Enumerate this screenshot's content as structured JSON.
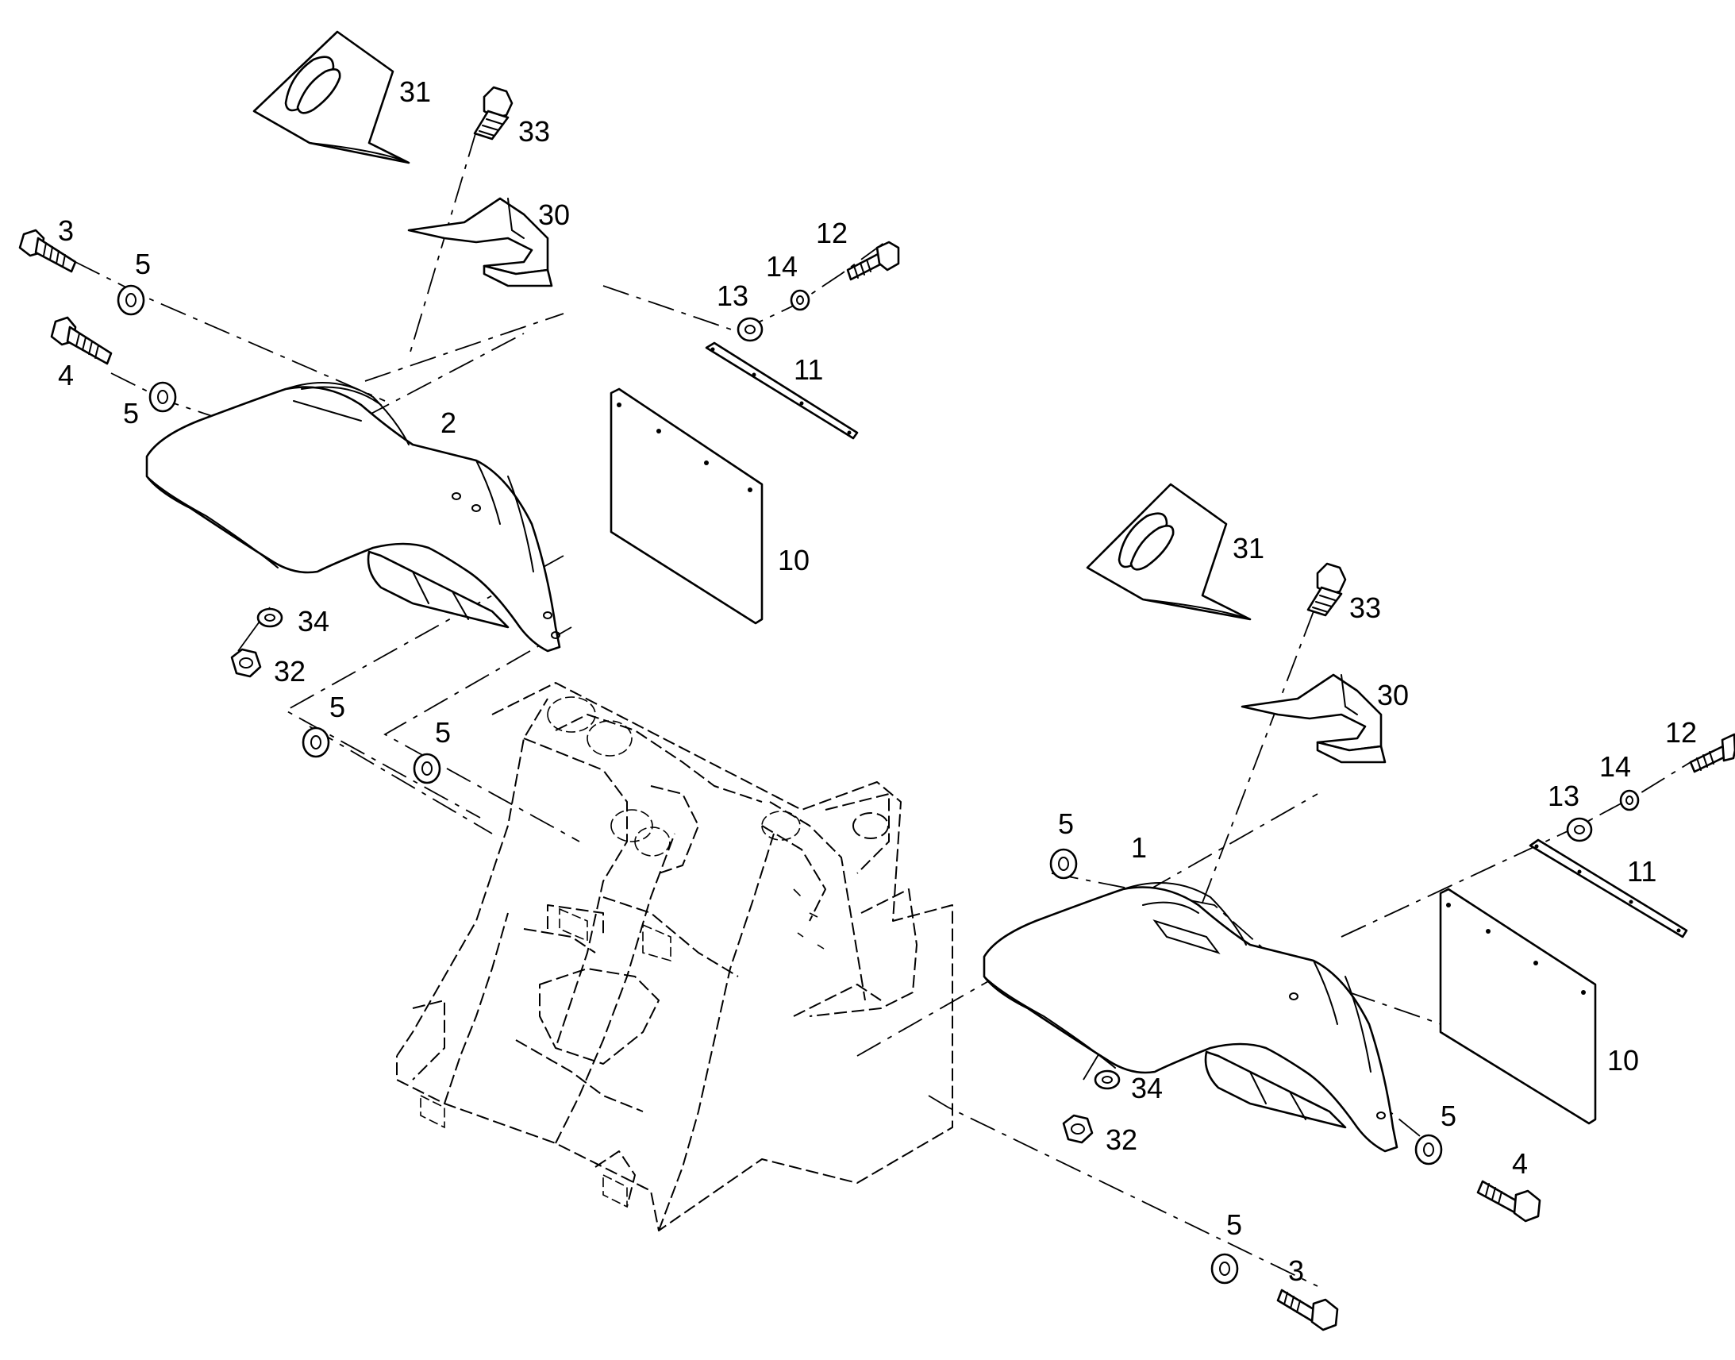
{
  "diagram": {
    "callouts": [
      {
        "id": "lbl-31-left",
        "text": "31"
      },
      {
        "id": "lbl-33-left",
        "text": "33"
      },
      {
        "id": "lbl-30-left",
        "text": "30"
      },
      {
        "id": "lbl-3-left",
        "text": "3"
      },
      {
        "id": "lbl-5-a",
        "text": "5"
      },
      {
        "id": "lbl-12-left",
        "text": "12"
      },
      {
        "id": "lbl-14-left",
        "text": "14"
      },
      {
        "id": "lbl-13-left",
        "text": "13"
      },
      {
        "id": "lbl-11-left",
        "text": "11"
      },
      {
        "id": "lbl-4-left",
        "text": "4"
      },
      {
        "id": "lbl-5-b",
        "text": "5"
      },
      {
        "id": "lbl-2",
        "text": "2"
      },
      {
        "id": "lbl-10-left",
        "text": "10"
      },
      {
        "id": "lbl-34-left",
        "text": "34"
      },
      {
        "id": "lbl-32-left",
        "text": "32"
      },
      {
        "id": "lbl-5-c",
        "text": "5"
      },
      {
        "id": "lbl-5-d",
        "text": "5"
      },
      {
        "id": "lbl-31-right",
        "text": "31"
      },
      {
        "id": "lbl-33-right",
        "text": "33"
      },
      {
        "id": "lbl-30-right",
        "text": "30"
      },
      {
        "id": "lbl-12-right",
        "text": "12"
      },
      {
        "id": "lbl-14-right",
        "text": "14"
      },
      {
        "id": "lbl-13-right",
        "text": "13"
      },
      {
        "id": "lbl-5-e",
        "text": "5"
      },
      {
        "id": "lbl-1",
        "text": "1"
      },
      {
        "id": "lbl-11-right",
        "text": "11"
      },
      {
        "id": "lbl-10-right",
        "text": "10"
      },
      {
        "id": "lbl-34-right",
        "text": "34"
      },
      {
        "id": "lbl-32-right",
        "text": "32"
      },
      {
        "id": "lbl-5-f",
        "text": "5"
      },
      {
        "id": "lbl-4-right",
        "text": "4"
      },
      {
        "id": "lbl-5-g",
        "text": "5"
      },
      {
        "id": "lbl-3-right",
        "text": "3"
      }
    ]
  }
}
